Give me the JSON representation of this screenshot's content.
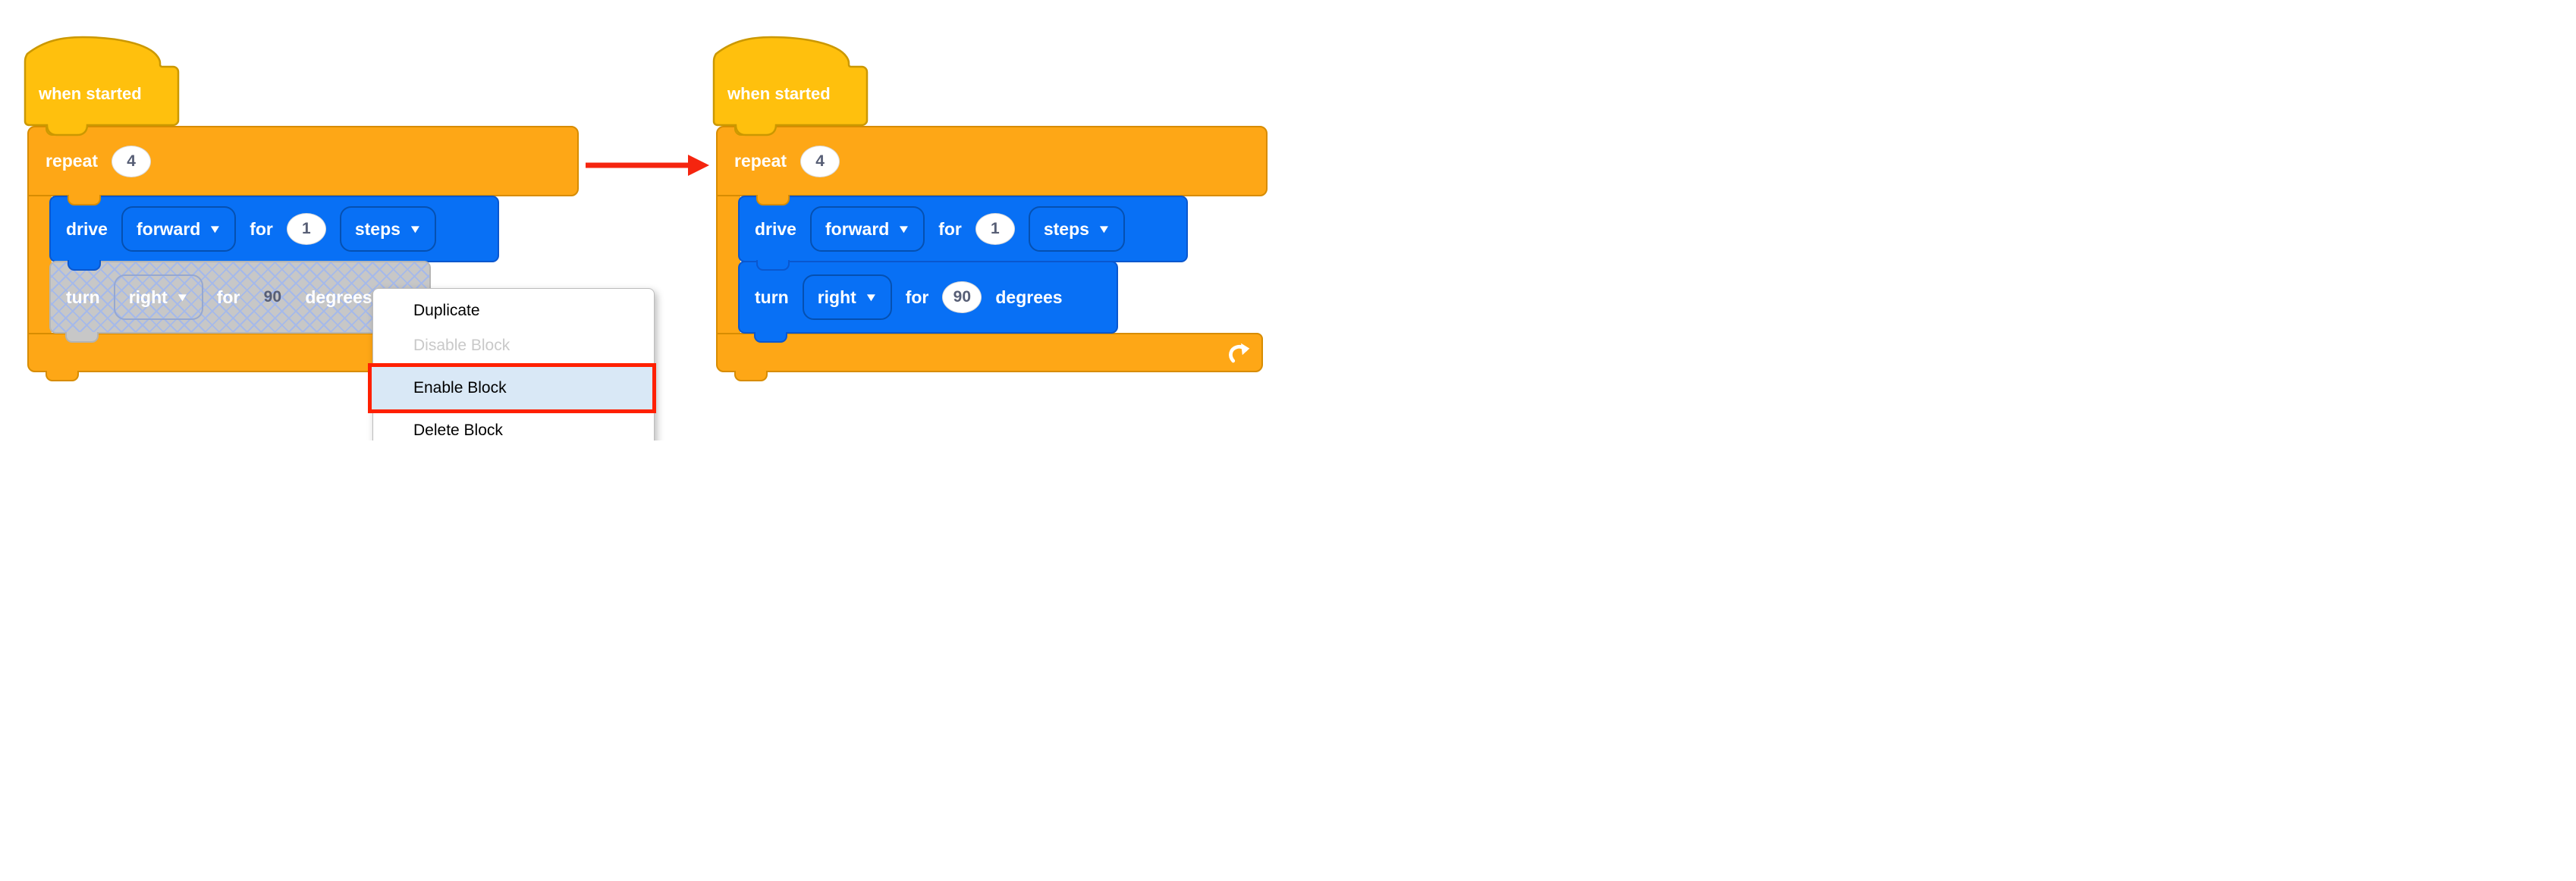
{
  "colors": {
    "hat_fill": "#FFC00D",
    "hat_stroke": "#CB9801",
    "control_fill": "#FEA716",
    "control_stroke": "#D78C00",
    "drivetrain_fill": "#0870F5",
    "drivetrain_stroke": "#0A57CE",
    "disabled_fill": "#C7C7C7",
    "disabled_lattice": "#A5B9EA",
    "number_text": "#575E75",
    "menu_highlight_bg": "#D9E8F6",
    "highlight_border_red": "#FF2000",
    "arrow_red": "#F5250F"
  },
  "icons": {
    "dropdown_arrow": "▼"
  },
  "left_stack": {
    "hat": {
      "label": "when started"
    },
    "repeat": {
      "label": "repeat",
      "count": "4"
    },
    "drive": {
      "label": "drive",
      "direction": "forward",
      "for_label": "for",
      "distance": "1",
      "unit": "steps"
    },
    "turn": {
      "label": "turn",
      "direction": "right",
      "for_label": "for",
      "angle": "90",
      "unit": "degrees",
      "state": "disabled"
    }
  },
  "right_stack": {
    "hat": {
      "label": "when started"
    },
    "repeat": {
      "label": "repeat",
      "count": "4"
    },
    "drive": {
      "label": "drive",
      "direction": "forward",
      "for_label": "for",
      "distance": "1",
      "unit": "steps"
    },
    "turn": {
      "label": "turn",
      "direction": "right",
      "for_label": "for",
      "angle": "90",
      "unit": "degrees",
      "state": "enabled"
    }
  },
  "context_menu": {
    "items": [
      {
        "label": "Duplicate",
        "state": "normal"
      },
      {
        "label": "Disable Block",
        "state": "disabled"
      },
      {
        "label": "Enable Block",
        "state": "highlighted"
      },
      {
        "label": "Delete Block",
        "state": "normal"
      }
    ]
  }
}
